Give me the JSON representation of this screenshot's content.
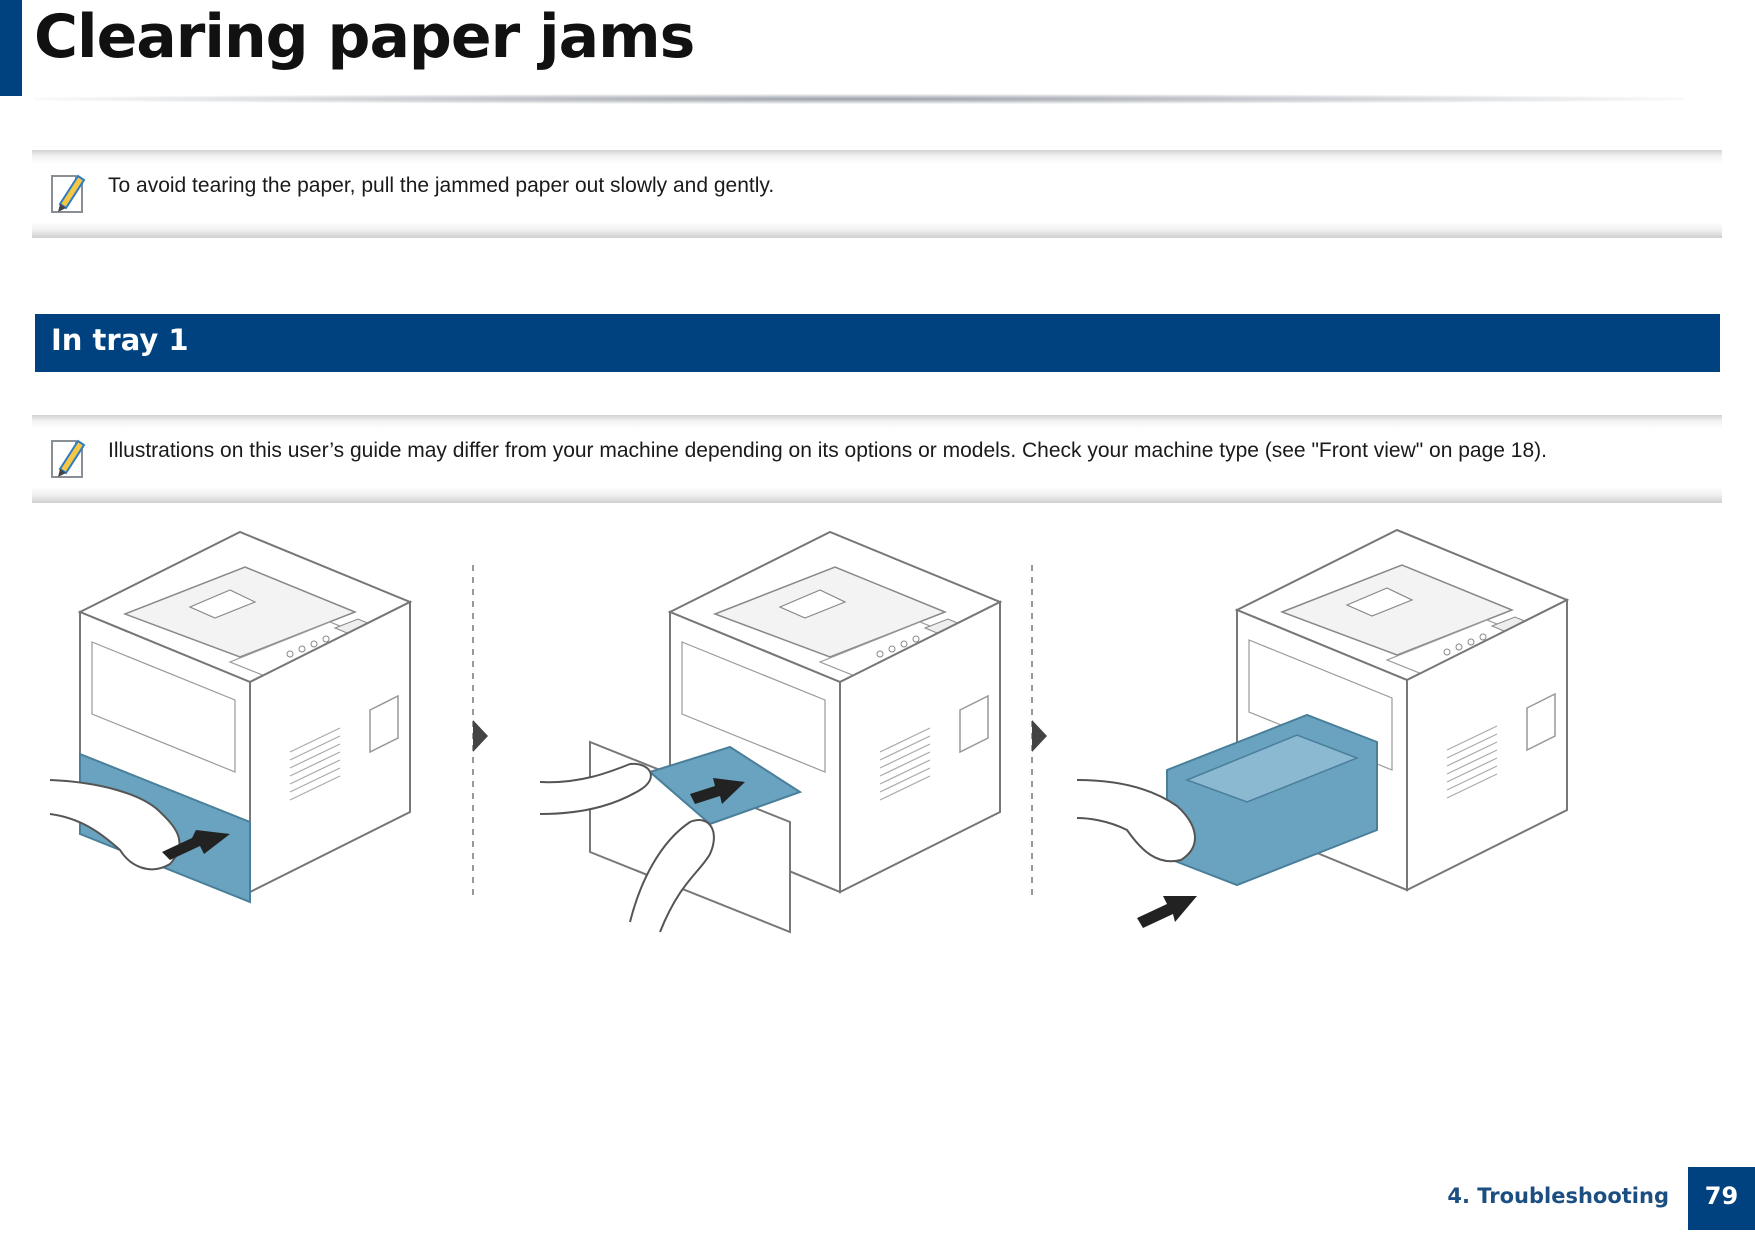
{
  "page": {
    "title": "Clearing paper jams",
    "section_title": "In tray 1",
    "notes": [
      {
        "icon": "note-pencil-icon",
        "text": "To avoid tearing the paper, pull the jammed paper out slowly and gently."
      },
      {
        "icon": "note-pencil-icon",
        "text": "Illustrations on this user’s guide may differ from your machine depending on its options or models. Check your machine type (see \"Front view\" on page 18)."
      }
    ],
    "illustration_steps": [
      "pull-out-tray-1",
      "remove-jammed-paper",
      "reinsert-tray-1"
    ]
  },
  "footer": {
    "chapter": "4. Troubleshooting",
    "page_number": "79"
  },
  "colors": {
    "accent": "#00427f",
    "highlight_part": "#6aa3c0"
  }
}
